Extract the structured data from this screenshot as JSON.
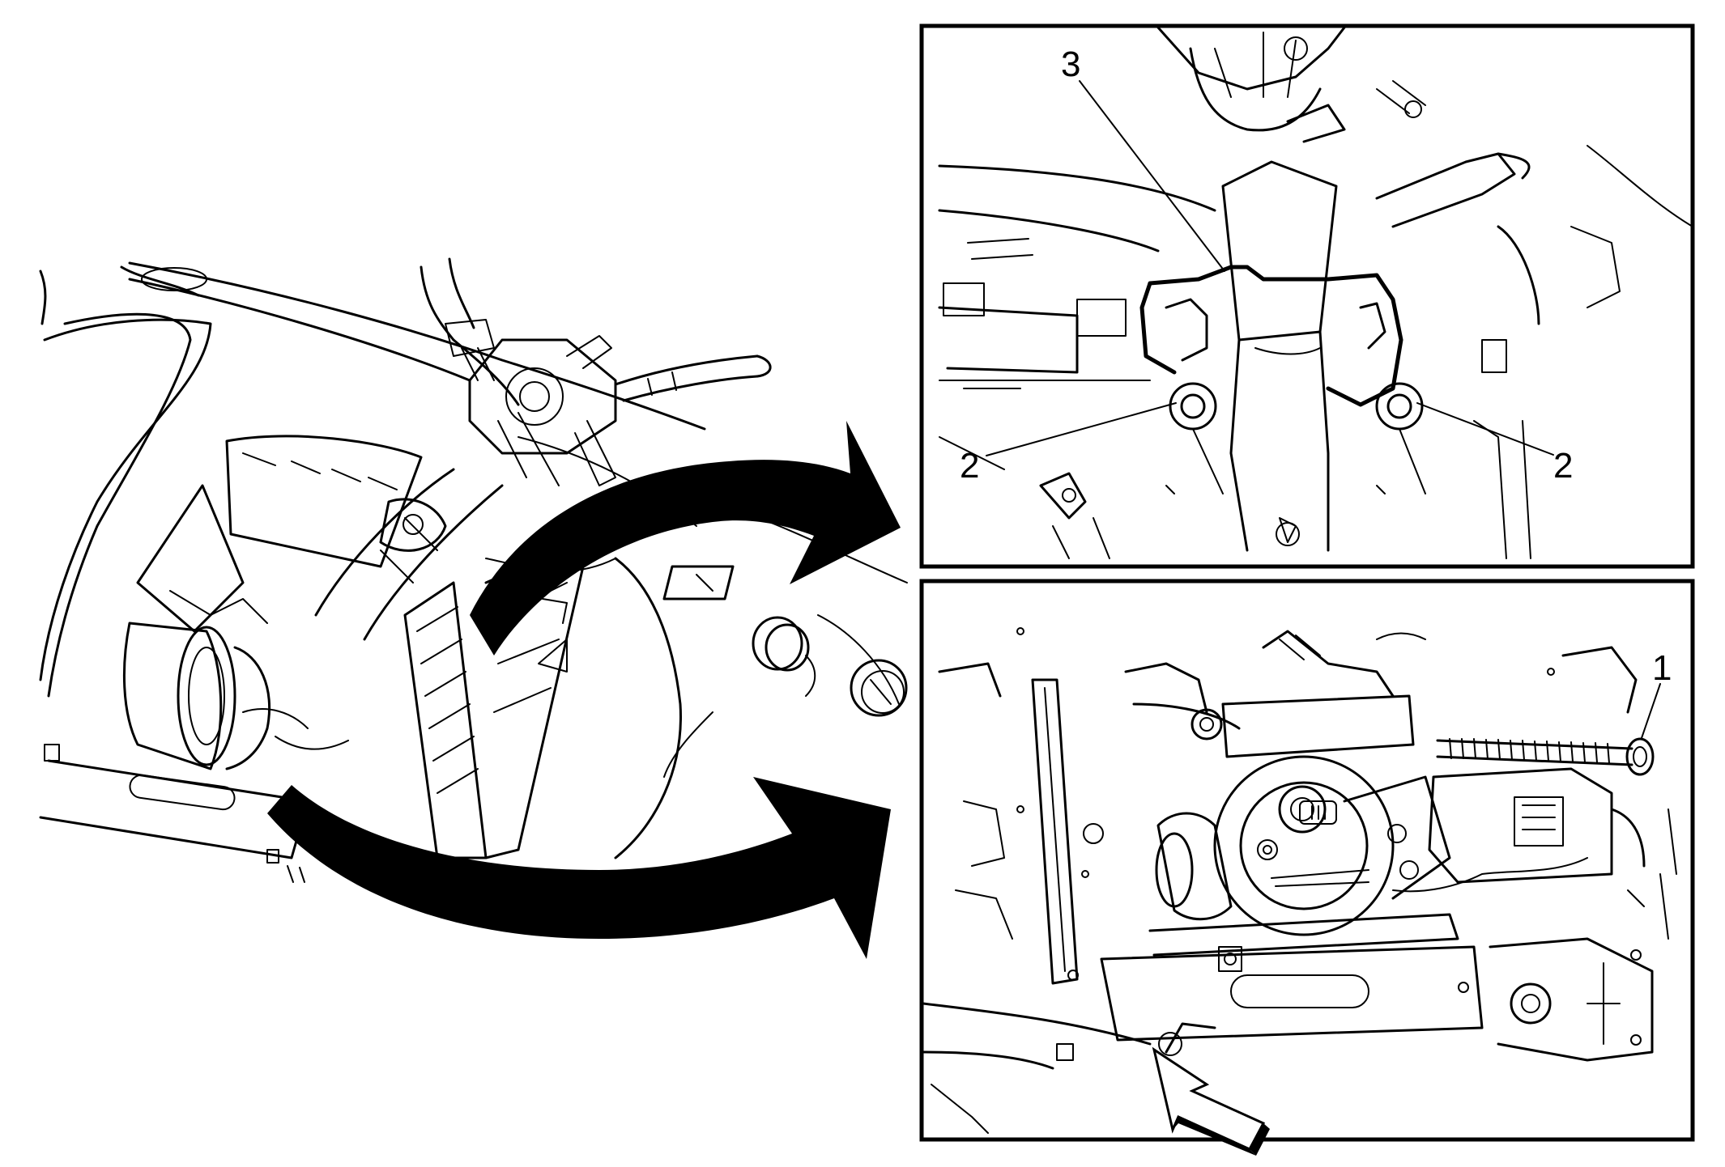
{
  "colors": {
    "line": "#000000",
    "background": "#ffffff"
  },
  "callouts": {
    "one": "1",
    "two_left": "2",
    "two_right": "2",
    "three": "3"
  }
}
